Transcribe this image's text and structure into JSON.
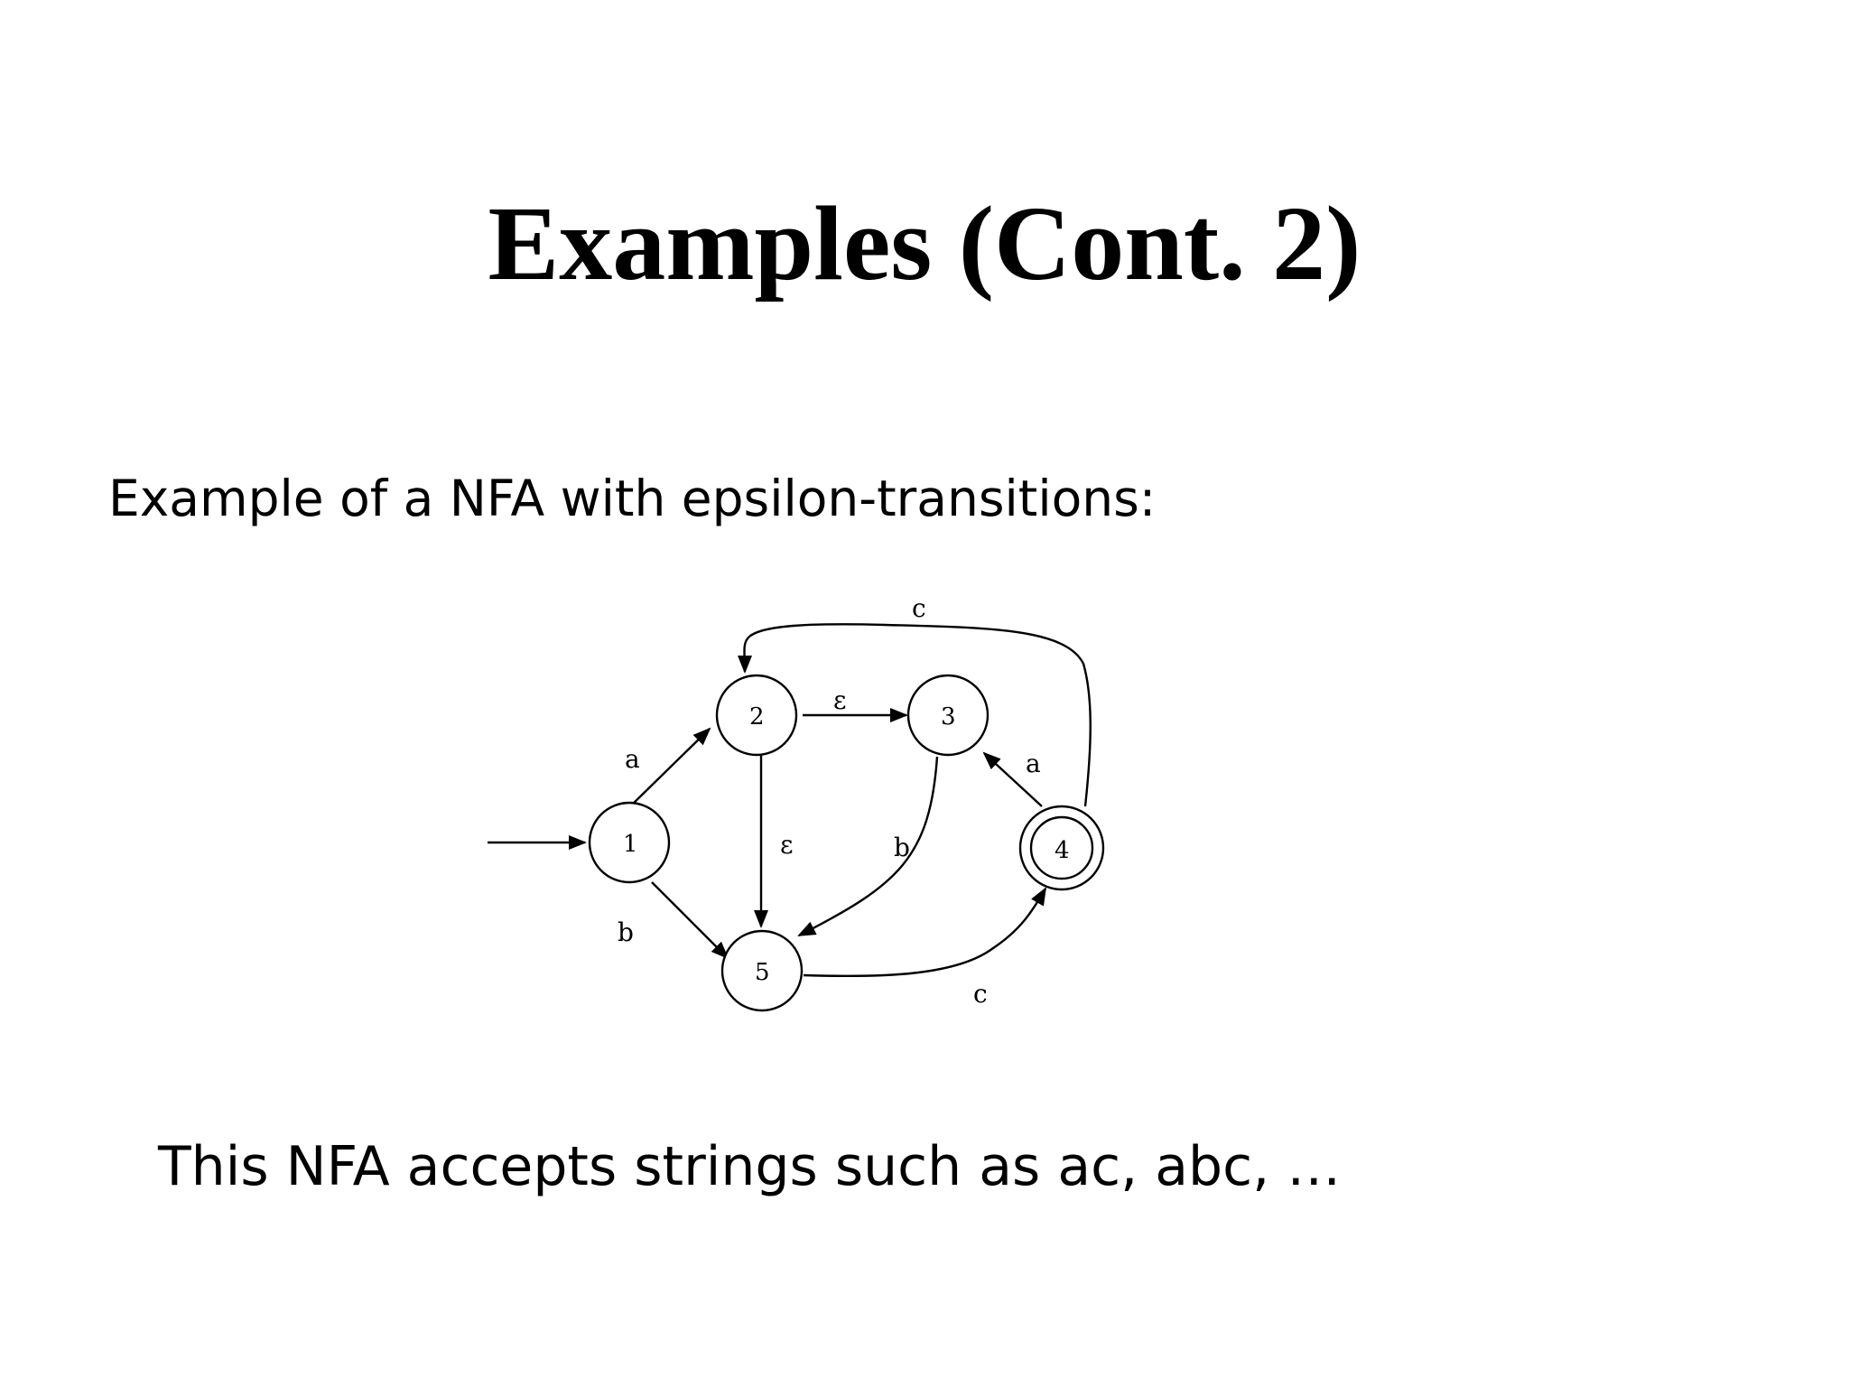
{
  "slide": {
    "title": "Examples (Cont. 2)",
    "intro": "Example of a NFA with epsilon-transitions:",
    "caption": "This NFA accepts strings such as ac, abc, …"
  },
  "nfa": {
    "states": [
      {
        "id": "1",
        "label": "1",
        "start": true,
        "accepting": false
      },
      {
        "id": "2",
        "label": "2",
        "start": false,
        "accepting": false
      },
      {
        "id": "3",
        "label": "3",
        "start": false,
        "accepting": false
      },
      {
        "id": "4",
        "label": "4",
        "start": false,
        "accepting": true
      },
      {
        "id": "5",
        "label": "5",
        "start": false,
        "accepting": false
      }
    ],
    "transitions": [
      {
        "from": "1",
        "to": "2",
        "label": "a"
      },
      {
        "from": "1",
        "to": "5",
        "label": "b"
      },
      {
        "from": "2",
        "to": "3",
        "label": "ε"
      },
      {
        "from": "2",
        "to": "5",
        "label": "ε"
      },
      {
        "from": "3",
        "to": "5",
        "label": "b"
      },
      {
        "from": "4",
        "to": "3",
        "label": "a"
      },
      {
        "from": "4",
        "to": "2",
        "label": "c"
      },
      {
        "from": "5",
        "to": "4",
        "label": "c"
      }
    ]
  }
}
